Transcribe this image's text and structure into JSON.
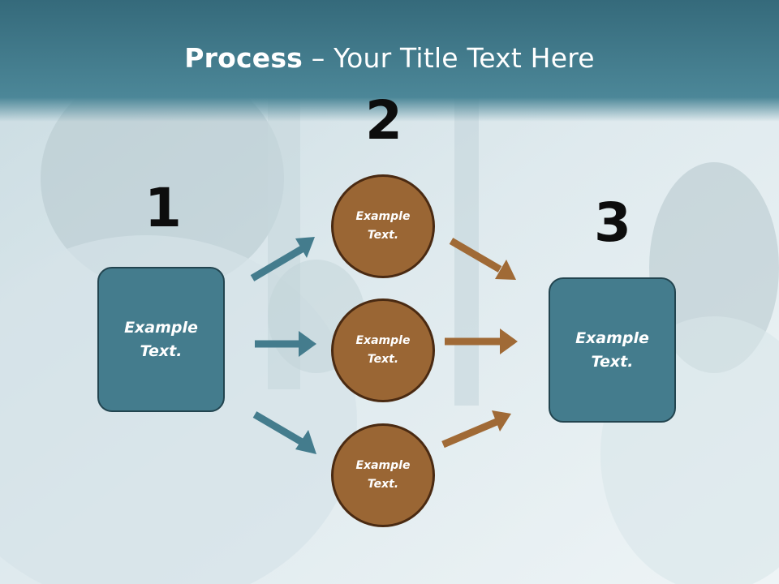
{
  "title": {
    "bold": "Process",
    "rest": " – Your Title Text Here"
  },
  "numbers": {
    "one": "1",
    "two": "2",
    "three": "3"
  },
  "box_left": {
    "line1": "Example",
    "line2": "Text."
  },
  "box_right": {
    "line1": "Example",
    "line2": "Text."
  },
  "circles": [
    {
      "line1": "Example",
      "line2": "Text."
    },
    {
      "line1": "Example",
      "line2": "Text."
    },
    {
      "line1": "Example",
      "line2": "Text."
    }
  ],
  "colors": {
    "teal": "#447c8d",
    "brown": "#9a6634",
    "arrow_teal": "#447c8d",
    "arrow_brown": "#a06a36"
  }
}
